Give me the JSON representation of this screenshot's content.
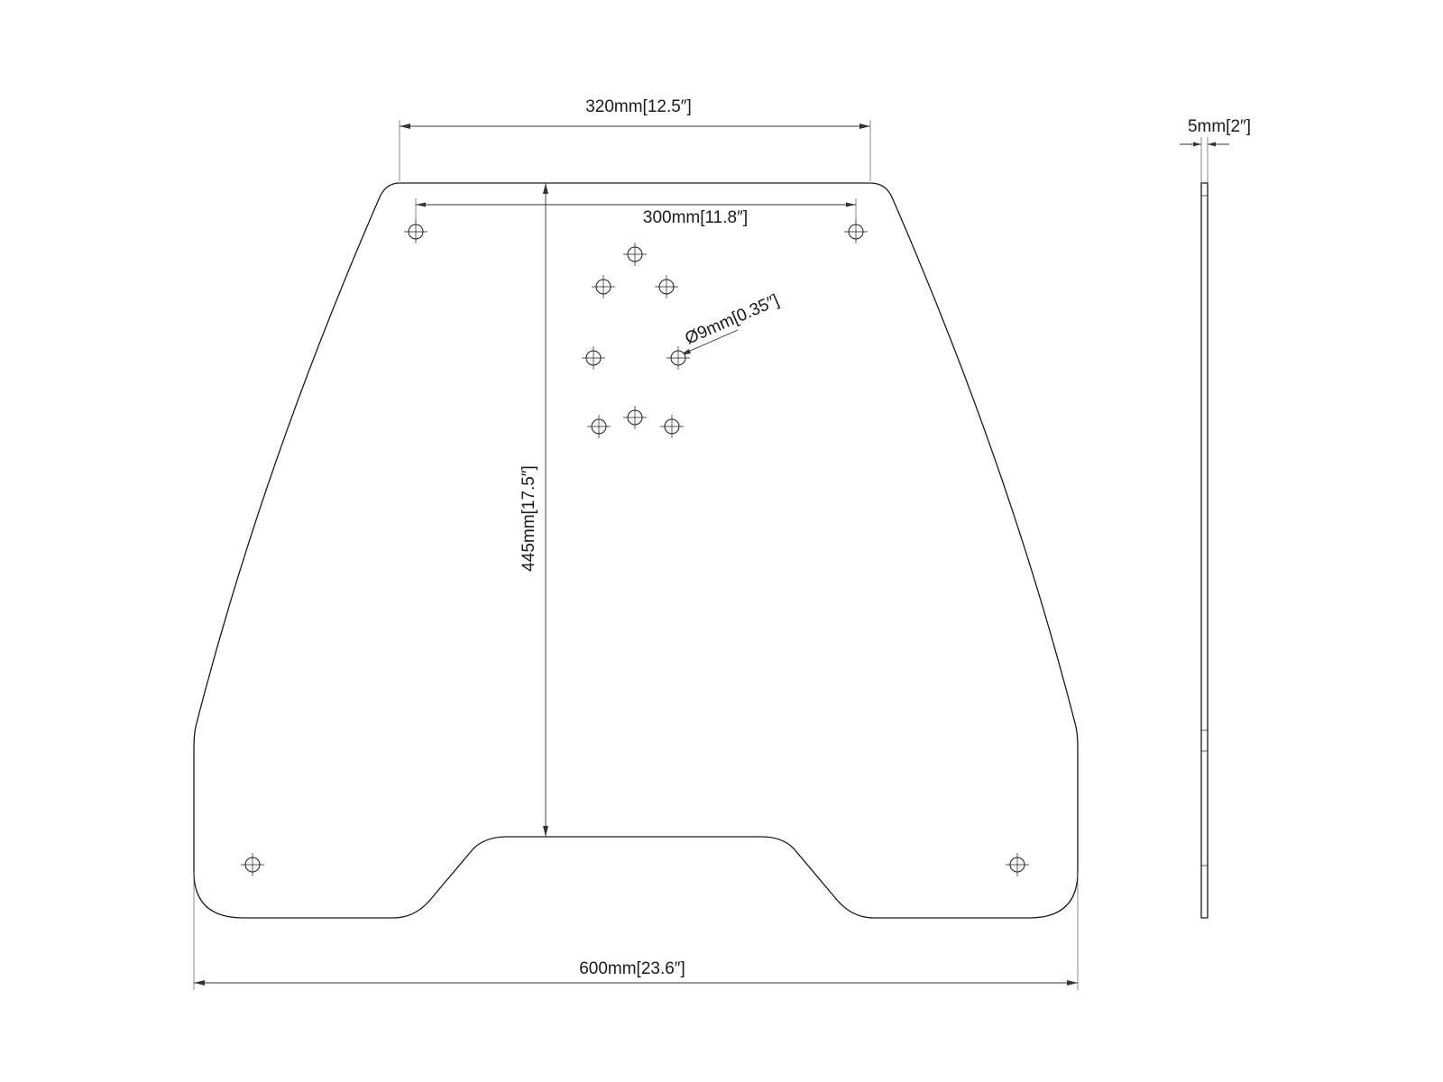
{
  "dimensions": {
    "top_width": "320mm[12.5″]",
    "hole_spacing": "300mm[11.8″]",
    "height": "445mm[17.5″]",
    "hole_diameter": "Ø9mm[0.35″]",
    "bottom_width": "600mm[23.6″]",
    "thickness": "5mm[2″]"
  },
  "hole_count": 12,
  "colors": {
    "line": "#1a1a1a",
    "background": "#ffffff"
  }
}
